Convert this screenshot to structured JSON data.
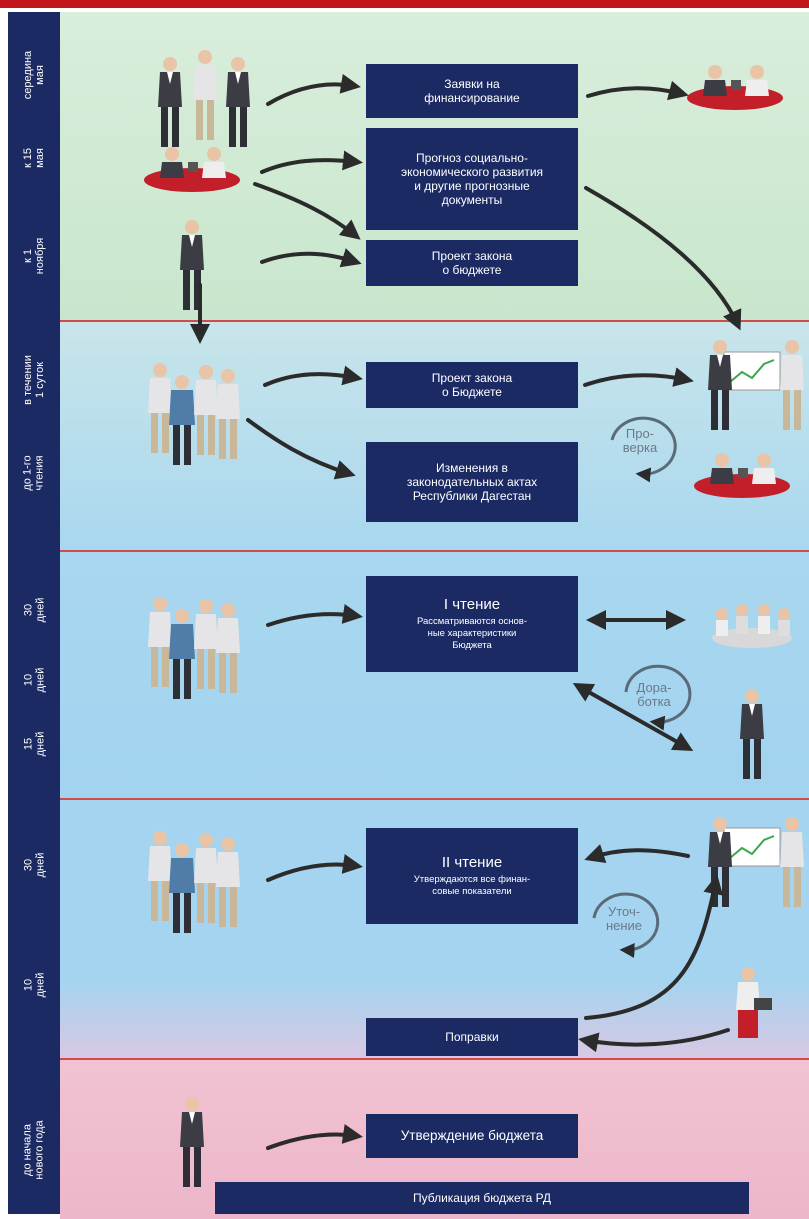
{
  "timeline": [
    {
      "label": "середина\nмая"
    },
    {
      "label": "к 15\nмая"
    },
    {
      "label": "к 1\nноября"
    },
    {
      "label": "в течении\n1 суток"
    },
    {
      "label": "до 1-го\nчтения"
    },
    {
      "label": "30\nдней"
    },
    {
      "label": "10\nдней"
    },
    {
      "label": "15\nдней"
    },
    {
      "label": "30\nдней"
    },
    {
      "label": "10\nдней"
    },
    {
      "label": "до начала\nнового года"
    }
  ],
  "boxes": {
    "requests": "Заявки на\nфинансирование",
    "forecast": "Прогноз социально-\nэкономического развития\nи другие прогнозные\nдокументы",
    "draft_law_1": "Проект закона\nо бюджете",
    "draft_law_2": "Проект закона\nо Бюджете",
    "changes": "Изменения в\nзаконодательных актах\nРеспублики Дагестан",
    "reading1_title": "I чтение",
    "reading1_sub": "Рассматриваются основ-\nные характеристики\nБюджета",
    "reading2_title": "II чтение",
    "reading2_sub": "Утверждаются все финан-\nсовые показатели",
    "amendments": "Поправки",
    "approval": "Утверждение бюджета",
    "publication": "Публикация бюджета РД"
  },
  "cycles": {
    "check": "Про-\nверка",
    "refine": "Дора-\nботка",
    "clarify": "Уточ-\nнение"
  },
  "colors": {
    "box": "#1b2a63",
    "timeline": "#1b2a63",
    "band_green": "#cfe8d4",
    "band_blue": "#a6d6ef",
    "band_pink": "#f0bfd0",
    "divider": "#d24b4b",
    "arrow": "#2b2b2b"
  }
}
